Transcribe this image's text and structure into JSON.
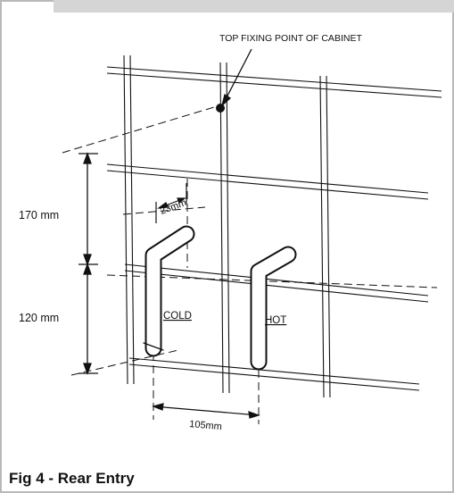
{
  "figure": {
    "caption": "Fig 4 - Rear Entry",
    "colors": {
      "line": "#111111",
      "frame": "#b9b9b9",
      "background": "#ffffff"
    }
  },
  "diagram": {
    "callout": "TOP FIXING POINT OF CABINET",
    "dim_upper": "170 mm",
    "dim_lower": "120 mm",
    "dim_pipe_offset": "23mm",
    "dim_pipe_spacing": "105mm",
    "pipe_cold_label": "COLD",
    "pipe_hot_label": "HOT"
  }
}
